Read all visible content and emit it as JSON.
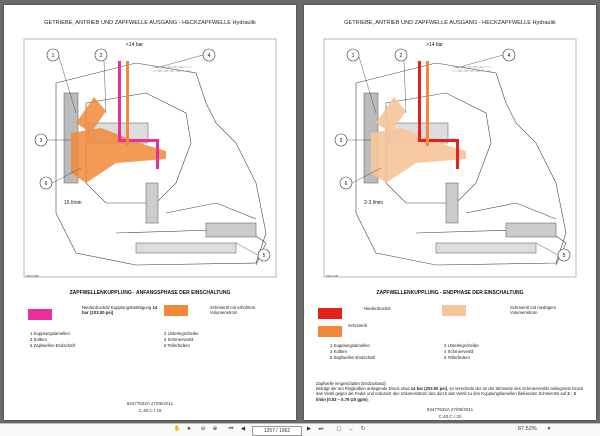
{
  "left_page": {
    "header": "GETRIEBE, ANTRIEB UND ZAPFWELLE AUSGANG - HECKZAPFWELLE Hydraulik",
    "pressure_label": "<14 bar",
    "flow_label": "15 l/min",
    "caption": "ZAPFWELLENKUPPLUNG - ANFANGSPHASE DER EINSCHALTUNG",
    "image_ref": "BS0G7486",
    "legend": [
      {
        "color": "#e8309c",
        "text_pre": "Niederdrucköl/ Kupplungsbetätigung ",
        "text_bold": "14 bar (203.00 psi)"
      },
      {
        "color": "#f2893a",
        "text_pre": "Schmieröl mit erhöhtem Volumenstrom",
        "text_bold": ""
      }
    ],
    "parts_left": [
      "1 Kupplungslamellen",
      "3 Kolben",
      "5 Zapfwellen-Endschaft"
    ],
    "parts_right": [
      "2 Unterlegscheibe",
      "4 Schmierventil",
      "6 Tellerfedern"
    ],
    "footer_line1": "84477632A 27/05/2011",
    "footer_line2": "C.40.C / 19"
  },
  "right_page": {
    "header": "GETRIEBE, ANTRIEB UND ZAPFWELLE AUSGANG - HECKZAPFWELLE Hydraulik",
    "pressure_label": ">14 bar",
    "flow_label": "2-3 l/min",
    "caption": "ZAPFWELLENKUPPLUNG - ENDPHASE DER EINSCHALTUNG",
    "image_ref": "BS0G7487",
    "legend": [
      {
        "color": "#e3221b",
        "text": "Niederdrucköl"
      },
      {
        "color": "#f7c59a",
        "text": "Schmieröl mit niedrigem Volumenstrom"
      },
      {
        "color": "#f2893a",
        "text": "Schmieröl"
      }
    ],
    "parts_left": [
      "1 Kupplungslamellen",
      "3 Kolben",
      "5 Zapfwellen-Endschaft"
    ],
    "parts_right": [
      "2 Unterlegscheibe",
      "4 Schmierventil",
      "6 Tellerfedern"
    ],
    "para_title": "Zapfwelle eingeschaltet (Endzustand)",
    "para_a": "Beträgt der am Ringkolben anliegende Druck etwa ",
    "para_b": "14 bar (203.00 psi)",
    "para_c": ", so verschiebt der an der Stirnseite des Schmierventils anliegende Druck das Ventil gegen die Feder und reduziert den Volumenstrom des durch das Ventil zu den Kupplungslamellen fließenden Schmieröls auf ",
    "para_d": "2 - 3 l/min (0.53 – 0.79 US gpm)",
    "para_e": ".",
    "footer_line1": "84477632A 27/05/2011",
    "footer_line2": "C.40.C / 20"
  },
  "toolbar": {
    "page_current": "1257 / 1962",
    "zoom": "87.52%",
    "icons": [
      "hand-icon",
      "pointer-icon",
      "zoom-out-icon",
      "zoom-in-icon",
      "first-page-icon",
      "prev-page-icon",
      "next-page-icon",
      "last-page-icon",
      "fit-page-icon",
      "fit-width-icon",
      "rotate-icon",
      "zoom-dropdown-icon"
    ]
  }
}
